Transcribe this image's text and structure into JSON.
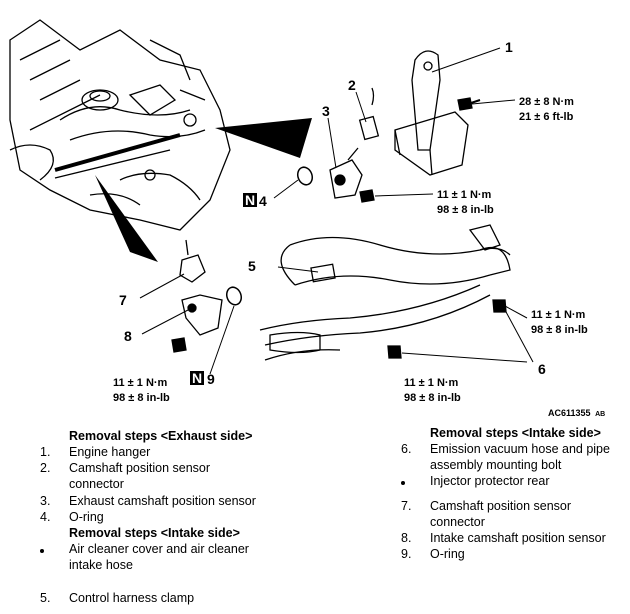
{
  "figure": {
    "code": "AC611355",
    "code_suffix": "AB",
    "callouts": [
      "1",
      "2",
      "3",
      "4",
      "5",
      "6",
      "7",
      "8",
      "9"
    ],
    "new_part_marker": "N",
    "torques": {
      "t1_a": "28 ± 8 N·m",
      "t1_b": "21 ± 6 ft-lb",
      "t3_a": "11 ± 1 N·m",
      "t3_b": "98 ± 8 in-lb",
      "t6r_a": "11 ± 1 N·m",
      "t6r_b": "98 ± 8 in-lb",
      "t6b_a": "11 ± 1 N·m",
      "t6b_b": "98 ± 8 in-lb",
      "t8_a": "11 ± 1 N·m",
      "t8_b": "98 ± 8 in-lb"
    }
  },
  "left_column": {
    "header_exhaust": "Removal steps <Exhaust side>",
    "items": [
      {
        "num": "1.",
        "text": "Engine hanger"
      },
      {
        "num": "2.",
        "text": "Camshaft position sensor"
      },
      {
        "num": "",
        "text": "connector"
      },
      {
        "num": "3.",
        "text": "Exhaust camshaft position sensor"
      },
      {
        "num": "4.",
        "text": "O-ring"
      }
    ],
    "header_intake": "Removal steps <Intake side>",
    "bullet_item_1": "Air cleaner cover and air cleaner",
    "bullet_item_2": "intake hose",
    "item5_num": "5.",
    "item5_text": "Control harness clamp"
  },
  "right_column": {
    "header_intake": "Removal steps <Intake side>",
    "item6_num": "6.",
    "item6_text_1": "Emission vacuum hose and pipe",
    "item6_text_2": "assembly mounting bolt",
    "bullet_text": "Injector protector rear",
    "item7_num": "7.",
    "item7_text_1": "Camshaft position sensor",
    "item7_text_2": "connector",
    "item8_num": "8.",
    "item8_text": "Intake camshaft position sensor",
    "item9_num": "9.",
    "item9_text": "O-ring"
  }
}
